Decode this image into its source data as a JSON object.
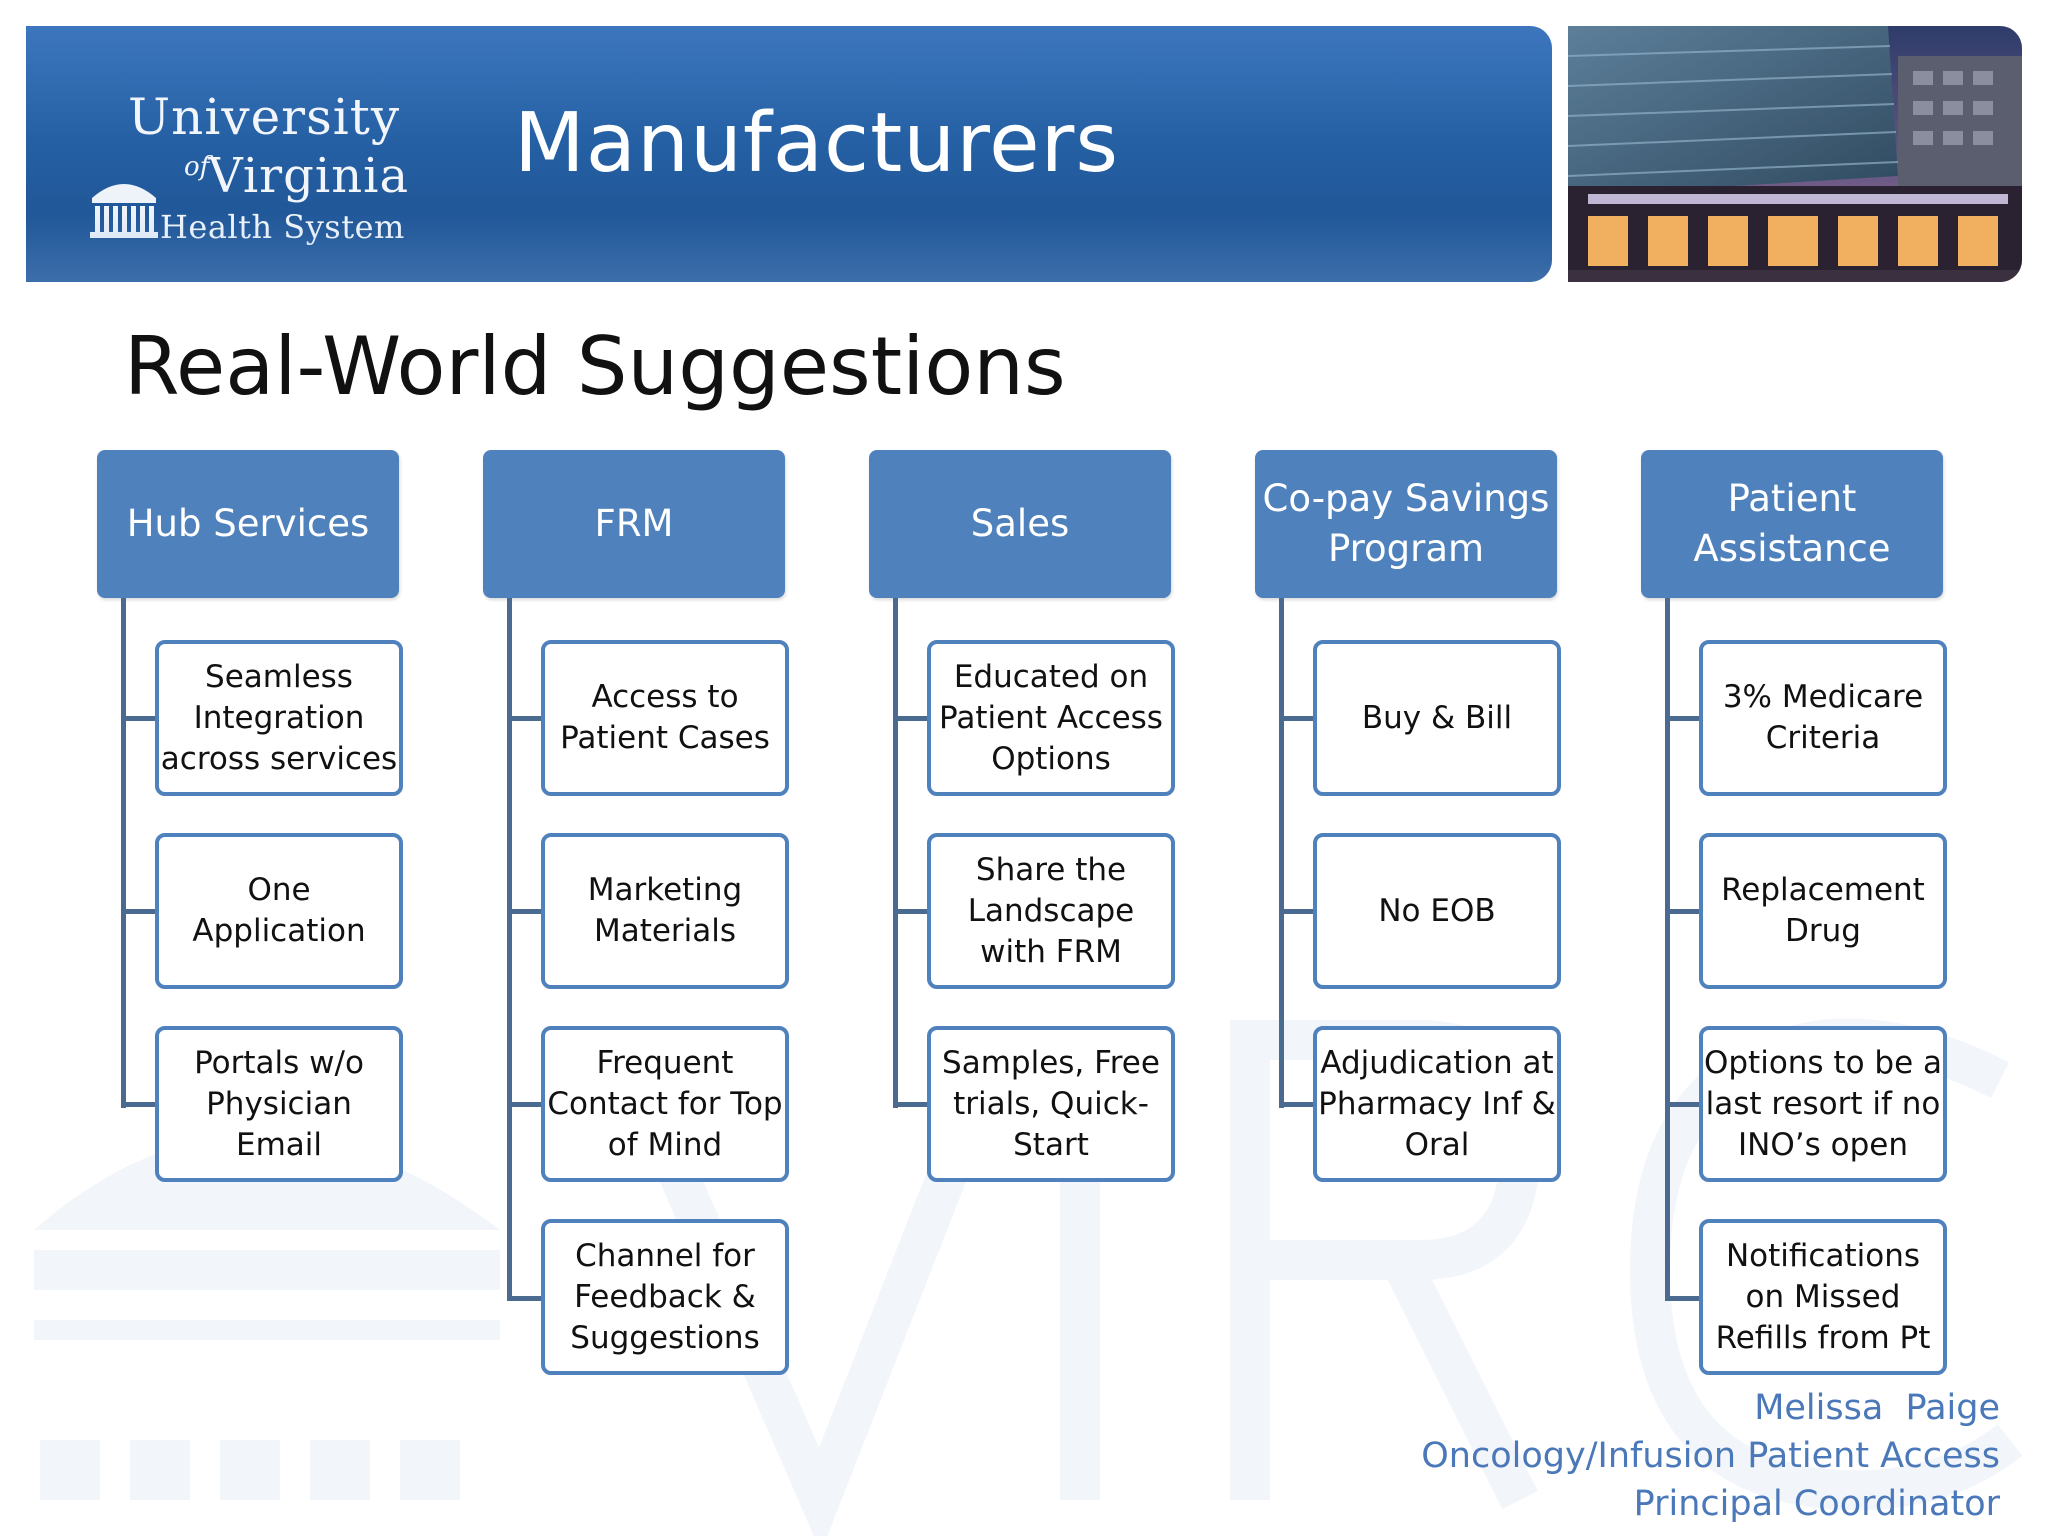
{
  "header": {
    "logo": {
      "line1": "University",
      "of": "of",
      "line2": "Virginia",
      "line3": "Health System"
    },
    "title": "Manufacturers"
  },
  "slide_title": "Real-World Suggestions",
  "columns": [
    {
      "title": "Hub Services",
      "items": [
        "Seamless Integration across services",
        "One Application",
        "Portals w/o Physician Email"
      ]
    },
    {
      "title": "FRM",
      "items": [
        "Access to Patient Cases",
        "Marketing Materials",
        "Frequent Contact for Top of Mind",
        "Channel for Feedback & Suggestions"
      ]
    },
    {
      "title": "Sales",
      "items": [
        "Educated on Patient Access Options",
        "Share the Landscape with FRM",
        "Samples, Free trials, Quick-Start"
      ]
    },
    {
      "title": "Co-pay Savings Program",
      "items": [
        "Buy & Bill",
        "No EOB",
        "Adjudication at Pharmacy Inf & Oral"
      ]
    },
    {
      "title": "Patient Assistance",
      "items": [
        "3% Medicare Criteria",
        "Replacement Drug",
        "Options to be a last resort if no INO’s open",
        "Notifications on Missed Refills from Pt"
      ]
    }
  ],
  "credit": {
    "name": "Melissa  Paige",
    "dept": "Oncology/Infusion Patient Access",
    "role": "Principal Coordinator"
  },
  "colors": {
    "banner": "#2560a4",
    "node_fill": "#4f81bd",
    "node_border": "#4f81bd",
    "connector": "#4a6a8f",
    "credit_text": "#4a78b8"
  }
}
